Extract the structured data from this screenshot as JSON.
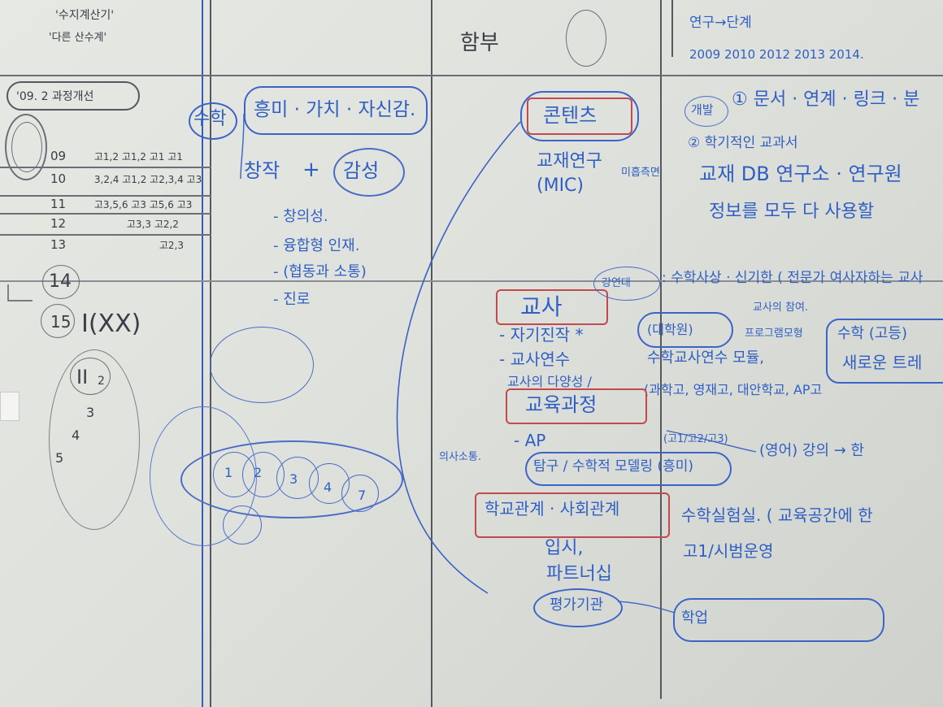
{
  "page": {
    "background": "#dfe1dc",
    "ink_blue": "#2f5fc4",
    "ink_dark": "#3a3d46",
    "ink_red": "#b8454a"
  },
  "left": {
    "header1": "'수지계산기'",
    "header2": "'다른 산수계'",
    "date_line": "'09. 2 과정개선",
    "year_rows": [
      {
        "year": "09",
        "notes": "고1,2  고1,2 고1 고1"
      },
      {
        "year": "10",
        "notes": "3,2,4  고1,2  고2,3,4  고3"
      },
      {
        "year": "11",
        "notes": "고3,5,6  고3  고5,6  고3"
      },
      {
        "year": "12",
        "notes": "고3,3  고2,2"
      },
      {
        "year": "13",
        "notes": "고2,3"
      }
    ],
    "num14": "14",
    "num15": "15",
    "roman_outline": "I(XX)",
    "roman2": "II",
    "sub_nums": [
      "2",
      "3",
      "4",
      "5"
    ]
  },
  "center_left": {
    "subject": "수학",
    "values_box": "흥미 · 가치 · 자신감.",
    "formula_left": "창작",
    "formula_plus": "+",
    "formula_right": "감성",
    "bullets": [
      "- 창의성.",
      "- 융합형 인재.",
      "- (협동과 소통)",
      "- 진로"
    ],
    "circle_labels": [
      "1",
      "2",
      "3",
      "4",
      "7"
    ]
  },
  "center_right": {
    "label_top": "함부",
    "contents_box": "콘텐츠",
    "material_dev": "교재연구",
    "material_code": "(MIC)",
    "side_note": "미흡측면",
    "teacher_box": "교사",
    "teacher_items": [
      "- 자기진작 *",
      "- 교사연수",
      "교사의 다양성 /"
    ],
    "teacher_notes": [
      "(대학원)",
      "수학교사연수 모듈,",
      "(과학고, 영재고, 대안학교, AP고"
    ],
    "curriculum_box": "교육과정",
    "curriculum_items": [
      "- AP",
      "탐구 / 수학적 모델링 (흥미)"
    ],
    "curriculum_notes": [
      "(고1/고2/고3)",
      "(영어) 강의 → 한"
    ],
    "comm_label": "의사소통.",
    "school_box": "학교관계 · 사회관계",
    "school_items": [
      "입시,",
      "파트너십"
    ],
    "eval_box": "평가기관",
    "exam_box": "학업",
    "practice": "수학실험실. ( 교육공간에 한",
    "practice2": "고1/시범운영"
  },
  "right": {
    "stage_title": "연구→단계",
    "years": "2009  2010  2012  2013  2014.",
    "dev_label": "개발",
    "dev_text": "① 문서 · 연계 · 링크 · 분",
    "item2": "② 학기적인 교과서",
    "db_text": "교재 DB  연구소 · 연구원",
    "sum_text": "정보를 모두 다  사용할",
    "field_label": "강연대",
    "field_text": ": 수학사상 · 신기한 ( 전문가 여사자하는 교사",
    "teacher_notes": "교사의 참여.",
    "program": "프로그램모형",
    "math_high": "수학 (고등)",
    "new_text": "새로운 트레"
  }
}
